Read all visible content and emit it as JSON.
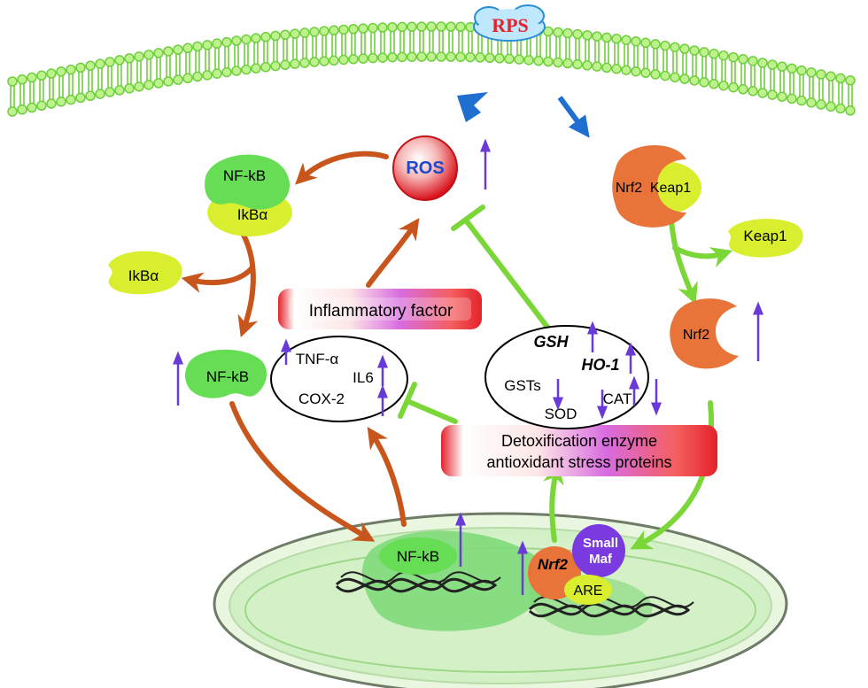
{
  "colors": {
    "membrane": "#6ecf3c",
    "membrane_fill": "#bdf28c",
    "orange_arrow": "#c8551b",
    "green_arrow": "#7bd638",
    "blue_arrow": "#1f6fd1",
    "up_arrow": "#6a3ad8",
    "rps_text": "#e3242b",
    "ros_text": "#1f47c9",
    "nfkb_green": "#66dd55",
    "ikb_yellow": "#d9ee2e",
    "nrf2_orange": "#e8743a",
    "box_red": "#e82c2c",
    "smallmaf_purple": "#7a3ae0",
    "nucleus_fill": "#d5f2c8",
    "nucleus_inner": "#7fd97a"
  },
  "labels": {
    "rps": "RPS",
    "ros": "ROS",
    "nfkb_complex": "NF-kB",
    "ikba_complex": "IkBα",
    "ikba_free": "IkBα",
    "nfkb_free": "NF-kB",
    "nfkb_nucleus": "NF-kB",
    "nrf2_complex": "Nrf2",
    "keap1_complex": "Keap1",
    "keap1_free": "Keap1",
    "nrf2_free": "Nrf2",
    "nrf2_nucleus": "Nrf2",
    "small_maf_1": "Small",
    "small_maf_2": "Maf",
    "are": "ARE",
    "inflammatory_factor": "Inflammatory factor",
    "tnf": "TNF-α",
    "il6": "IL6",
    "cox2": "COX-2",
    "gsh": "GSH",
    "ho1": "HO-1",
    "gsts": "GSTs",
    "cat": "CAT",
    "sod": "SOD",
    "detox_line1": "Detoxification enzyme",
    "detox_line2": "antioxidant stress proteins"
  }
}
